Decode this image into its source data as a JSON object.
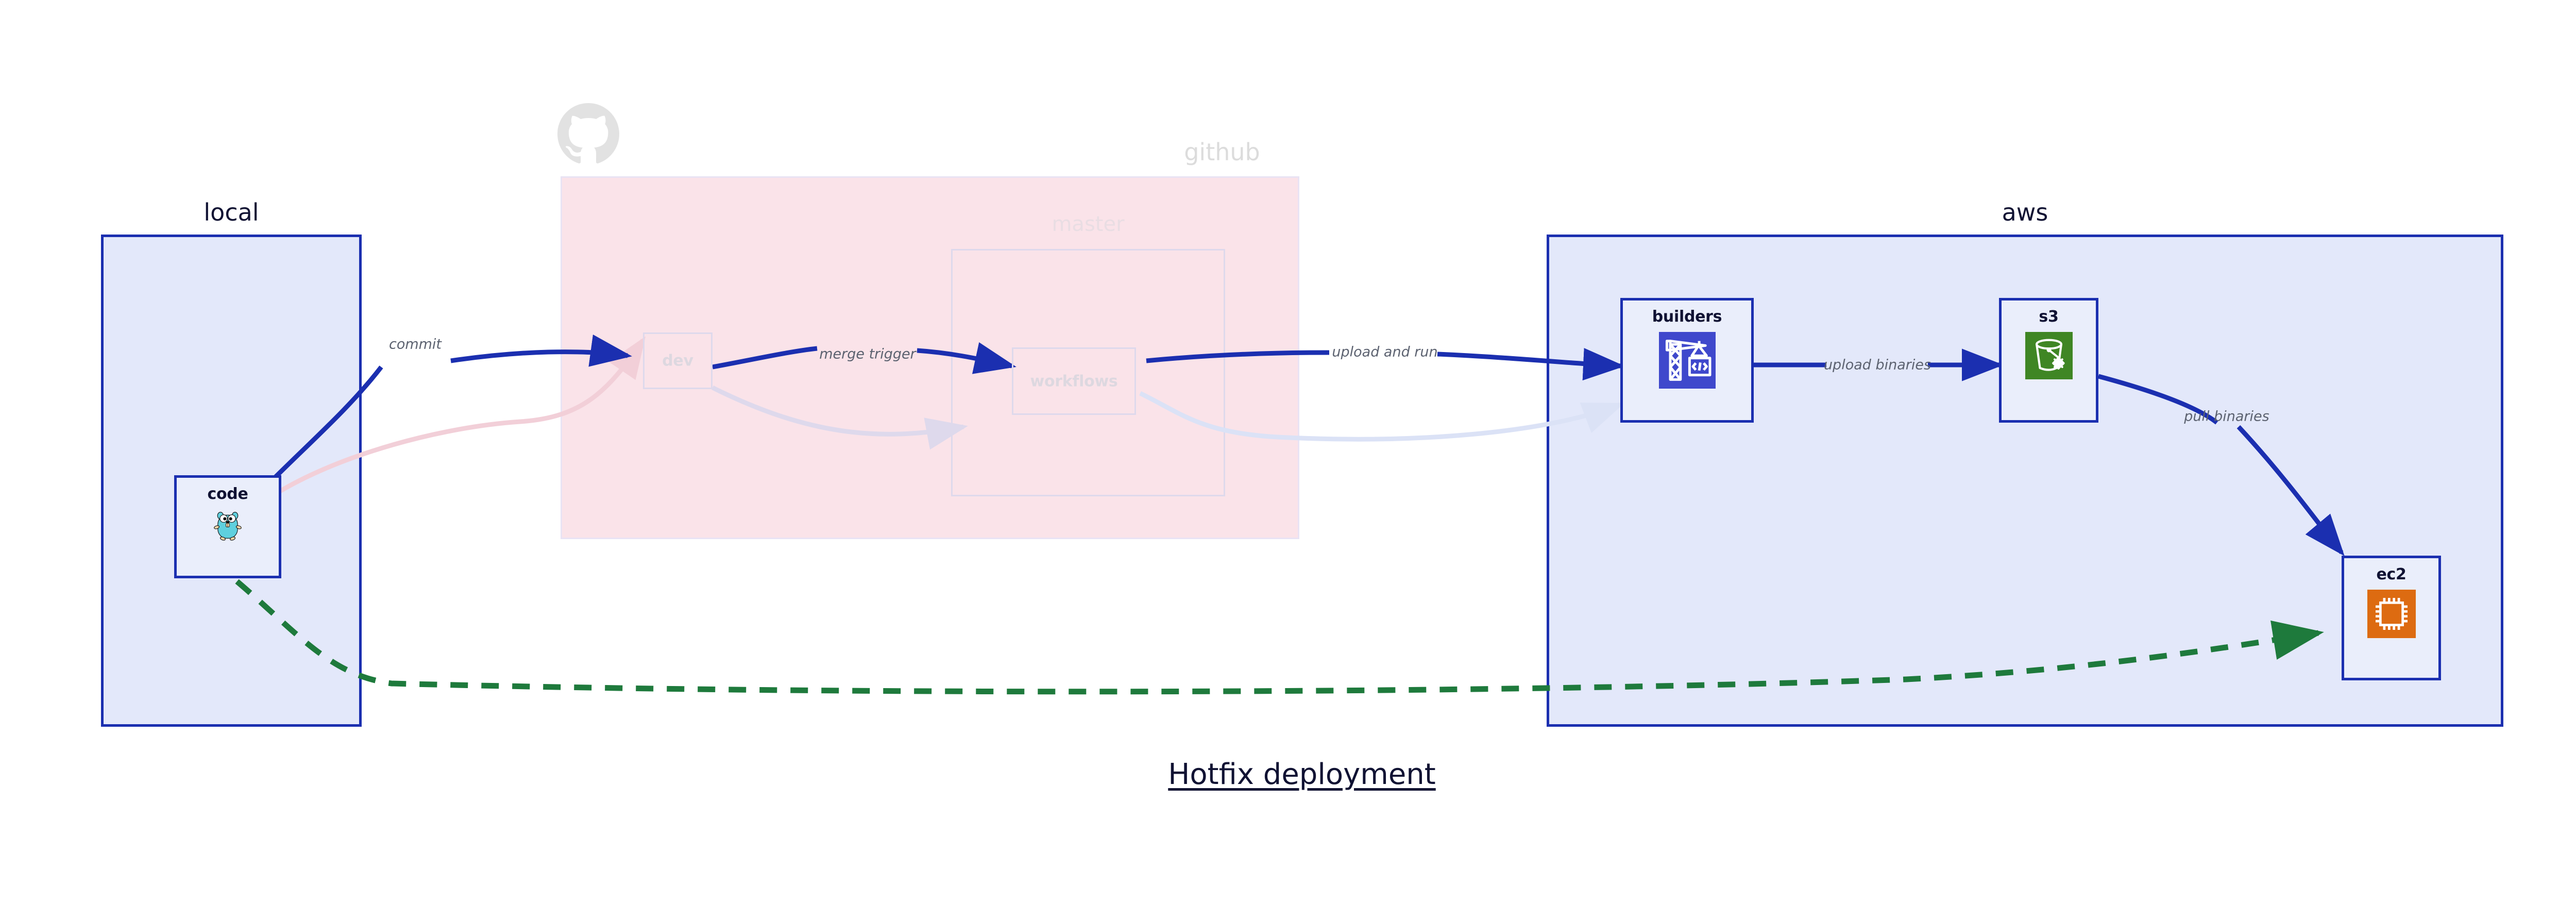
{
  "diagram": {
    "title": "Hotfix deployment",
    "colors": {
      "cluster_border_blue": "#1b2fb0",
      "cluster_fill_blue": "#e3e8fa",
      "cluster_fill_pink": "#fae3e9",
      "edge_blue": "#1b2fb0",
      "edge_green": "#1e7a3c",
      "edge_label_gray": "#5c6270",
      "node_label_dark": "#101233",
      "faded_gray": "#dcdcdc",
      "builders_icon_bg": "#3f48cc",
      "s3_icon_bg": "#3f8624",
      "ec2_icon_bg": "#dd6b11",
      "gopher_teal": "#5fd0de"
    }
  },
  "clusters": [
    {
      "id": "local",
      "label": "local",
      "faded": false
    },
    {
      "id": "github",
      "label": "github",
      "faded": true
    },
    {
      "id": "master",
      "label": "master",
      "faded": true
    },
    {
      "id": "aws",
      "label": "aws",
      "faded": false
    }
  ],
  "nodes": [
    {
      "id": "code",
      "label": "code",
      "icon": "go-gopher-icon",
      "faded": false,
      "cluster": "local"
    },
    {
      "id": "dev",
      "label": "dev",
      "icon": "none",
      "faded": true,
      "cluster": "github"
    },
    {
      "id": "workflows",
      "label": "workflows",
      "icon": "none",
      "faded": true,
      "cluster": "master"
    },
    {
      "id": "builders",
      "label": "builders",
      "icon": "aws-codebuild-icon",
      "faded": false,
      "cluster": "aws"
    },
    {
      "id": "s3",
      "label": "s3",
      "icon": "aws-s3-glacier-icon",
      "faded": false,
      "cluster": "aws"
    },
    {
      "id": "ec2",
      "label": "ec2",
      "icon": "aws-ec2-icon",
      "faded": false,
      "cluster": "aws"
    }
  ],
  "edges": [
    {
      "id": "e1",
      "from": "code",
      "to": "dev",
      "label": "commit",
      "style": "solid",
      "color": "#1b2fb0",
      "faded": false
    },
    {
      "id": "e2",
      "from": "dev",
      "to": "workflows",
      "label": "merge trigger",
      "style": "solid",
      "color": "#1b2fb0",
      "faded": false
    },
    {
      "id": "e3",
      "from": "workflows",
      "to": "builders",
      "label": "upload and run",
      "style": "solid",
      "color": "#1b2fb0",
      "faded": false
    },
    {
      "id": "e4",
      "from": "builders",
      "to": "s3",
      "label": "upload binaries",
      "style": "solid",
      "color": "#1b2fb0",
      "faded": false
    },
    {
      "id": "e5",
      "from": "s3",
      "to": "ec2",
      "label": "pull binaries",
      "style": "solid",
      "color": "#1b2fb0",
      "faded": false
    },
    {
      "id": "e6",
      "from": "code",
      "to": "ec2",
      "label": "",
      "style": "dashed",
      "color": "#1e7a3c",
      "faded": false
    },
    {
      "id": "e7",
      "from": "code",
      "to": "dev",
      "label": "",
      "style": "solid",
      "color": "#f0c9d3",
      "faded": true
    },
    {
      "id": "e8",
      "from": "dev",
      "to": "workflows",
      "label": "",
      "style": "solid",
      "color": "#ded9ec",
      "faded": true
    },
    {
      "id": "e9",
      "from": "workflows",
      "to": "builders",
      "label": "",
      "style": "solid",
      "color": "#dde3f7",
      "faded": true
    }
  ],
  "icons": {
    "github_mark": "github-octocat-icon"
  }
}
